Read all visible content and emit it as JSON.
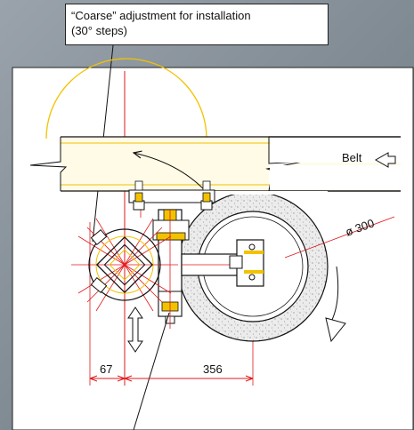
{
  "callout": {
    "line1": "“Coarse” adjustment for installation",
    "line2": "(30° steps)"
  },
  "labels": {
    "belt": "Belt",
    "diameter": "ø 300",
    "dim_left": "67",
    "dim_right": "356"
  },
  "colors": {
    "line": "#111111",
    "red": "#e0191b",
    "yellow": "#f2c200",
    "panel": "#ffffff",
    "wheel_fill": "#e6e6e6"
  }
}
